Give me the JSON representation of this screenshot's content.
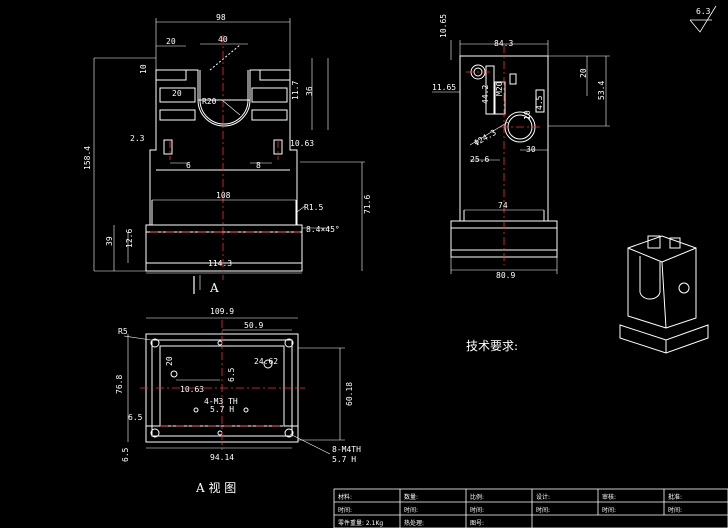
{
  "front_view": {
    "dims": [
      "98",
      "20",
      "40",
      "10",
      "R20",
      "20",
      "11.7",
      "36",
      "2.3",
      "10.63",
      "6",
      "8",
      "108",
      "158.4",
      "R1.5",
      "8.4×45°",
      "71.6",
      "12.6",
      "39",
      "114.3"
    ],
    "section_label": "A"
  },
  "side_view": {
    "dims": [
      "10.65",
      "84.3",
      "20",
      "53.4",
      "11.65",
      "44.2",
      "M20",
      "10",
      "4.5",
      "25.6",
      "30",
      "Φ24.3",
      "74",
      "80.9"
    ]
  },
  "bottom_view": {
    "dims": [
      "R5",
      "109.9",
      "50.9",
      "20",
      "24.62",
      "6.5",
      "10.63",
      "4-M3 TH",
      "5.7 H",
      "76.8",
      "60.18",
      "6.5",
      "6.5",
      "94.14",
      "8-M4TH",
      "5.7 H"
    ],
    "title": "A 视 图"
  },
  "tech_requirements": "技术要求:",
  "roughness": "6.3",
  "title_block": {
    "rows": [
      [
        "材料:",
        "数量:",
        "比例:",
        "设计:",
        "审核:",
        "批准:"
      ],
      [
        "时间:",
        "时间:",
        "时间:",
        "时间:",
        "时间:",
        "时间:"
      ],
      [
        "零件重量: 2.1Kg",
        "热处理:",
        "图号:",
        "",
        "",
        ""
      ]
    ]
  }
}
